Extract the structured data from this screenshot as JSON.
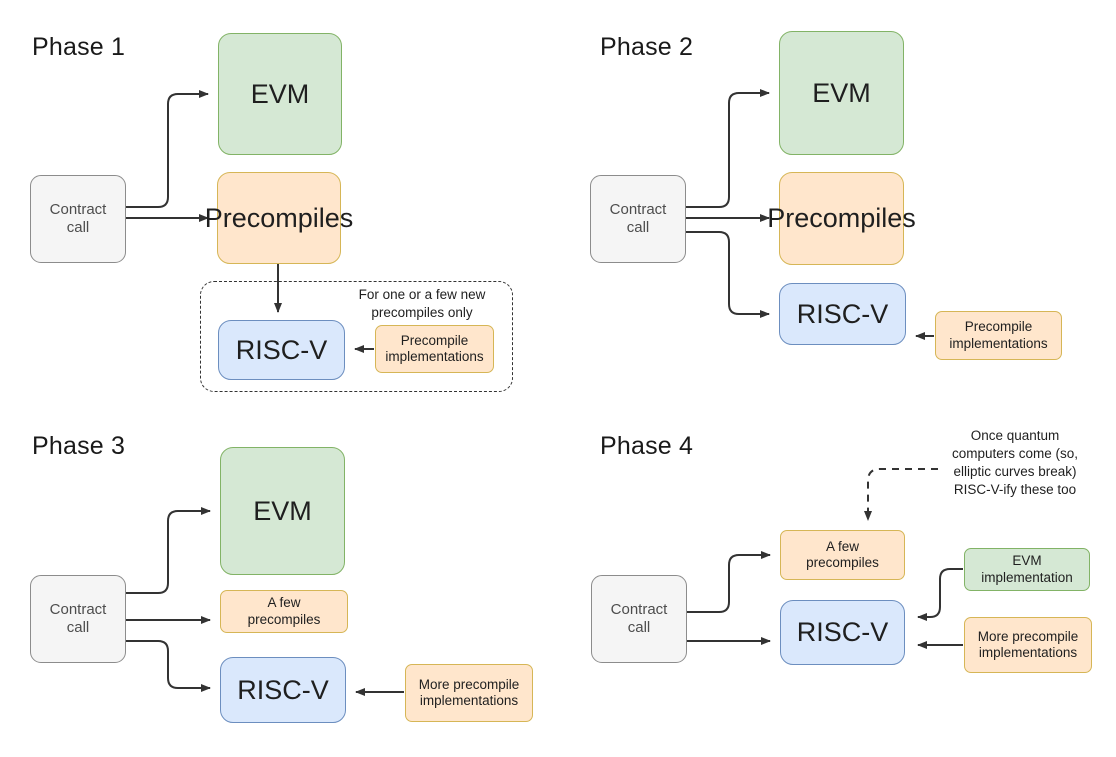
{
  "diagram": {
    "title_prefix": "Phase",
    "colors": {
      "green_fill": "#d5e8d4",
      "green_border": "#82b366",
      "orange_fill": "#ffe6cc",
      "orange_border": "#d6b656",
      "blue_fill": "#dae8fc",
      "blue_border": "#6c8ebf",
      "grey_fill": "#f5f5f5",
      "grey_border": "#8c8c8c",
      "stroke": "#333333",
      "background": "#ffffff"
    }
  },
  "phase1": {
    "title": "Phase 1",
    "contract_call_line1": "Contract",
    "contract_call_line2": "call",
    "evm": "EVM",
    "precompiles": "Precompiles",
    "riscv": "RISC-V",
    "precompile_impl_line1": "Precompile",
    "precompile_impl_line2": "implementations",
    "note_line1": "For one or a few new",
    "note_line2": "precompiles only"
  },
  "phase2": {
    "title": "Phase 2",
    "contract_call_line1": "Contract",
    "contract_call_line2": "call",
    "evm": "EVM",
    "precompiles": "Precompiles",
    "riscv": "RISC-V",
    "precompile_impl_line1": "Precompile",
    "precompile_impl_line2": "implementations"
  },
  "phase3": {
    "title": "Phase 3",
    "contract_call_line1": "Contract",
    "contract_call_line2": "call",
    "evm": "EVM",
    "a_few_line1": "A few",
    "a_few_line2": "precompiles",
    "riscv": "RISC-V",
    "more_impl_line1": "More precompile",
    "more_impl_line2": "implementations"
  },
  "phase4": {
    "title": "Phase 4",
    "contract_call_line1": "Contract",
    "contract_call_line2": "call",
    "a_few_line1": "A few",
    "a_few_line2": "precompiles",
    "riscv": "RISC-V",
    "evm_impl_line1": "EVM",
    "evm_impl_line2": "implementation",
    "more_impl_line1": "More precompile",
    "more_impl_line2": "implementations",
    "note_line1": "Once quantum",
    "note_line2": "computers come (so,",
    "note_line3": "elliptic curves break)",
    "note_line4": "RISC-V-ify these too"
  }
}
